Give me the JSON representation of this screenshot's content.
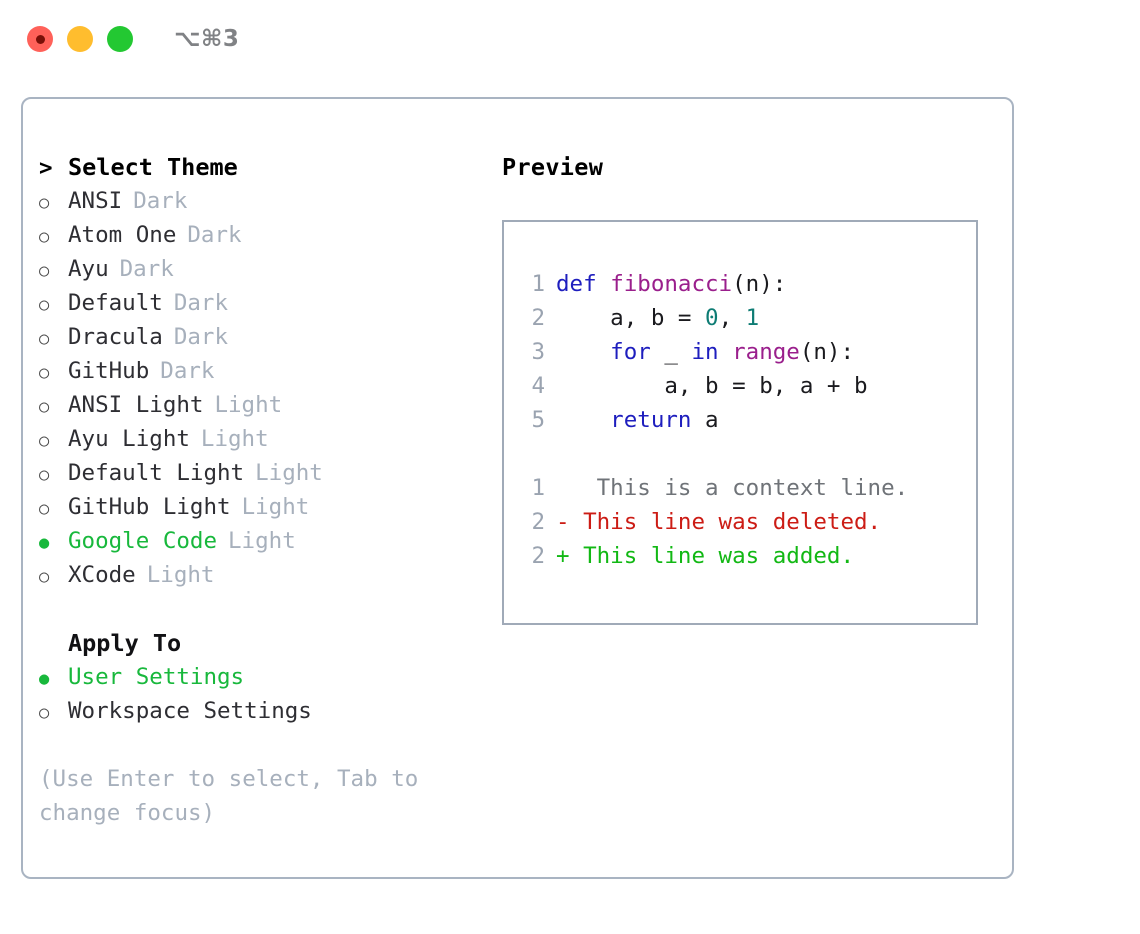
{
  "titlebar": {
    "title": "⌥⌘3",
    "buttons": {
      "close": "close-button",
      "minimize": "minimize-button",
      "maximize": "maximize-button"
    }
  },
  "theme_picker": {
    "prompt_marker": ">",
    "prompt_label": "Select Theme",
    "marker_selected": "●",
    "marker_unselected": "○",
    "items": [
      {
        "name": "ANSI",
        "variant": "Dark",
        "selected": false
      },
      {
        "name": "Atom One",
        "variant": "Dark",
        "selected": false
      },
      {
        "name": "Ayu",
        "variant": "Dark",
        "selected": false
      },
      {
        "name": "Default",
        "variant": "Dark",
        "selected": false
      },
      {
        "name": "Dracula",
        "variant": "Dark",
        "selected": false
      },
      {
        "name": "GitHub",
        "variant": "Dark",
        "selected": false
      },
      {
        "name": "ANSI Light",
        "variant": "Light",
        "selected": false
      },
      {
        "name": "Ayu Light",
        "variant": "Light",
        "selected": false
      },
      {
        "name": "Default Light",
        "variant": "Light",
        "selected": false
      },
      {
        "name": "GitHub Light",
        "variant": "Light",
        "selected": false
      },
      {
        "name": "Google Code",
        "variant": "Light",
        "selected": true
      },
      {
        "name": "XCode",
        "variant": "Light",
        "selected": false
      }
    ]
  },
  "apply_to": {
    "label": "Apply To",
    "items": [
      {
        "name": "User Settings",
        "selected": true
      },
      {
        "name": "Workspace Settings",
        "selected": false
      }
    ]
  },
  "hint": {
    "line1": "(Use Enter to select, Tab to",
    "line2": "change focus)"
  },
  "preview": {
    "heading": "Preview",
    "code_lines": [
      {
        "number": "1",
        "tokens": [
          {
            "text": "def ",
            "type": "keyword"
          },
          {
            "text": "fibonacci",
            "type": "function"
          },
          {
            "text": "(n):",
            "type": "plain"
          }
        ]
      },
      {
        "number": "2",
        "tokens": [
          {
            "text": "    a, b = ",
            "type": "plain"
          },
          {
            "text": "0",
            "type": "number"
          },
          {
            "text": ", ",
            "type": "plain"
          },
          {
            "text": "1",
            "type": "number"
          }
        ]
      },
      {
        "number": "3",
        "tokens": [
          {
            "text": "    for ",
            "type": "keyword"
          },
          {
            "text": "_ ",
            "type": "plain"
          },
          {
            "text": "in ",
            "type": "keyword"
          },
          {
            "text": "range",
            "type": "function"
          },
          {
            "text": "(n):",
            "type": "plain"
          }
        ]
      },
      {
        "number": "4",
        "tokens": [
          {
            "text": "        a, b = b, a + b",
            "type": "plain"
          }
        ]
      },
      {
        "number": "5",
        "tokens": [
          {
            "text": "    return ",
            "type": "keyword"
          },
          {
            "text": "a",
            "type": "plain"
          }
        ]
      }
    ],
    "diff_lines": [
      {
        "number": "1",
        "sign": " ",
        "text": "  This is a context line.",
        "type": "context"
      },
      {
        "number": "2",
        "sign": "-",
        "text": " This line was deleted.",
        "type": "deleted"
      },
      {
        "number": "2",
        "sign": "+",
        "text": " This line was added.",
        "type": "added"
      }
    ]
  },
  "colors": {
    "accent_green": "#18B83C",
    "muted": "#A7B0BC",
    "border": "#A9B4C2",
    "preview_border": "#A0AAB8",
    "keyword": "#1E1EBE",
    "function": "#9A1F8C",
    "number": "#0E7C74",
    "diff_deleted": "#CC1C15",
    "diff_added": "#12B814",
    "diff_context": "#6F7378",
    "traffic_red": "#FF6159",
    "traffic_yellow": "#FFBD2E",
    "traffic_green": "#23C832"
  }
}
